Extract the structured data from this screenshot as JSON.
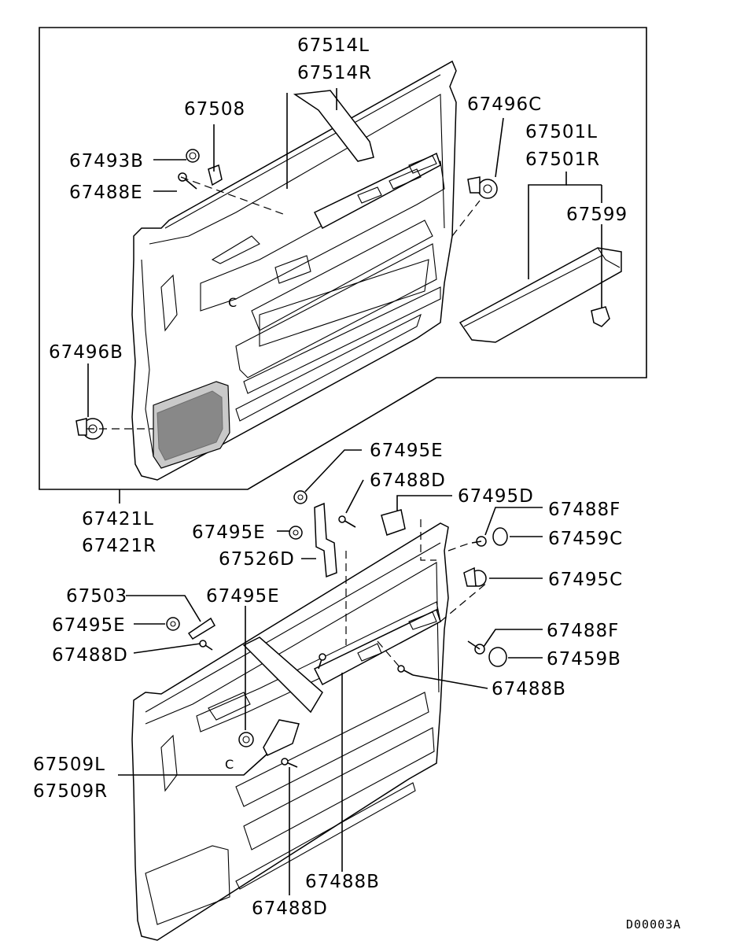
{
  "diagram": {
    "code": "D00003A",
    "parts": {
      "p67514L": "67514L",
      "p67514R": "67514R",
      "p67508": "67508",
      "p67493B": "67493B",
      "p67488E": "67488E",
      "p67496C": "67496C",
      "p67501L": "67501L",
      "p67501R": "67501R",
      "p67599": "67599",
      "p67496B": "67496B",
      "p67421L": "67421L",
      "p67421R": "67421R",
      "p67495E_top": "67495E",
      "p67488D_top": "67488D",
      "p67495D": "67495D",
      "p67488F_top": "67488F",
      "p67459C": "67459C",
      "p67495E_mid": "67495E",
      "p67526D": "67526D",
      "p67495C": "67495C",
      "p67503": "67503",
      "p67495E_lower": "67495E",
      "p67495E_left": "67495E",
      "p67488D_left": "67488D",
      "p67488F_low": "67488F",
      "p67459B": "67459B",
      "p67488B_right": "67488B",
      "p67509L": "67509L",
      "p67509R": "67509R",
      "p67488B_bottom": "67488B",
      "p67488D_bottom": "67488D"
    }
  }
}
